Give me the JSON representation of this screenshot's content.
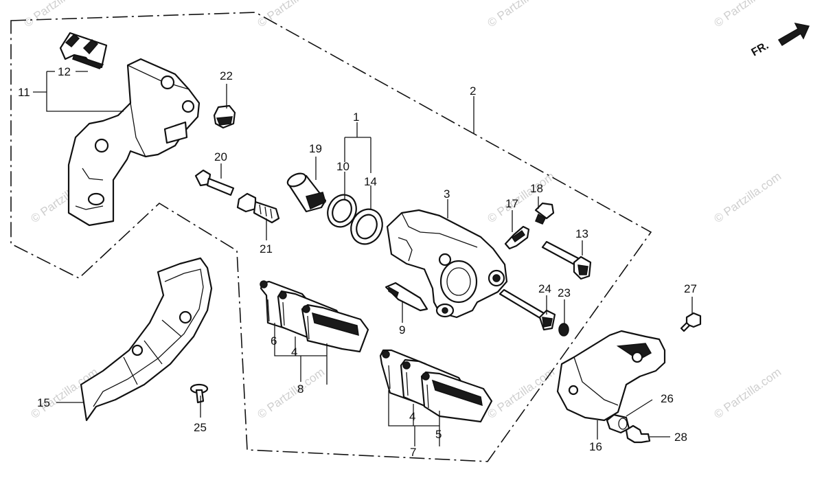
{
  "diagram": {
    "front_marker": "FR.",
    "callouts": {
      "c1": "1",
      "c2": "2",
      "c3": "3",
      "c4a": "4",
      "c4b": "4",
      "c5": "5",
      "c6": "6",
      "c7": "7",
      "c8": "8",
      "c9": "9",
      "c10": "10",
      "c11": "11",
      "c12": "12",
      "c13": "13",
      "c14": "14",
      "c15": "15",
      "c16": "16",
      "c17": "17",
      "c18": "18",
      "c19": "19",
      "c20": "20",
      "c21": "21",
      "c22": "22",
      "c23": "23",
      "c24": "24",
      "c25": "25",
      "c26": "26",
      "c27": "27",
      "c28": "28"
    },
    "watermark": "© Partzilla.com"
  }
}
